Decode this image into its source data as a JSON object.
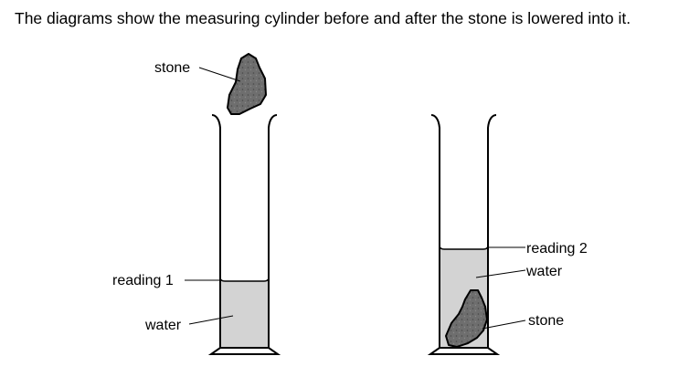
{
  "intro_text": "The diagrams show the measuring cylinder before and after the stone is lowered into it.",
  "before": {
    "stone_label": "stone",
    "reading_label": "reading 1",
    "water_label": "water"
  },
  "after": {
    "reading_label": "reading 2",
    "water_label": "water",
    "stone_label": "stone"
  },
  "colors": {
    "water": "#d3d3d3",
    "stone": "#6e6e6e",
    "stone_outline": "#000000",
    "line": "#000000"
  }
}
